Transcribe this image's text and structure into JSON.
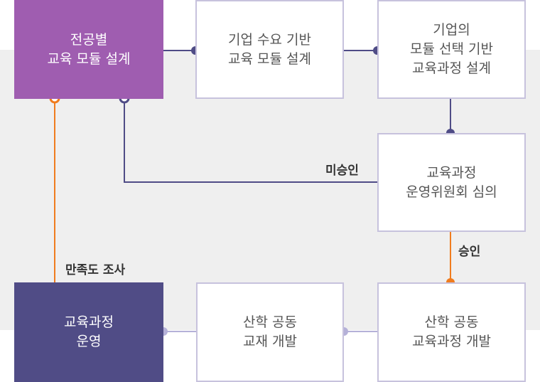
{
  "nodes": {
    "module_design": {
      "lines": [
        "전공별",
        "교육 모듈 설계"
      ]
    },
    "demand_design": {
      "lines": [
        "기업 수요 기반",
        "교육 모듈 설계"
      ]
    },
    "selection_design": {
      "lines": [
        "기업의",
        "모듈 선택 기반",
        "교육과정 설계"
      ]
    },
    "committee_review": {
      "lines": [
        "교육과정",
        "운영위원회 심의"
      ]
    },
    "operation": {
      "lines": [
        "교육과정",
        "운영"
      ]
    },
    "material_dev": {
      "lines": [
        "산학 공동",
        "교재 개발"
      ]
    },
    "curriculum_dev": {
      "lines": [
        "산학 공동",
        "교육과정 개발"
      ]
    }
  },
  "edge_labels": {
    "rejected": "미승인",
    "approved": "승인",
    "satisfaction": "만족도 조사"
  },
  "colors": {
    "purple_box": "#9f5db0",
    "navy_box": "#504c86",
    "outline": "#c7c2dd",
    "navy_line": "#4f4c86",
    "orange": "#f07c1e",
    "light_dot": "#b5b1d8",
    "band": "#efefef"
  }
}
